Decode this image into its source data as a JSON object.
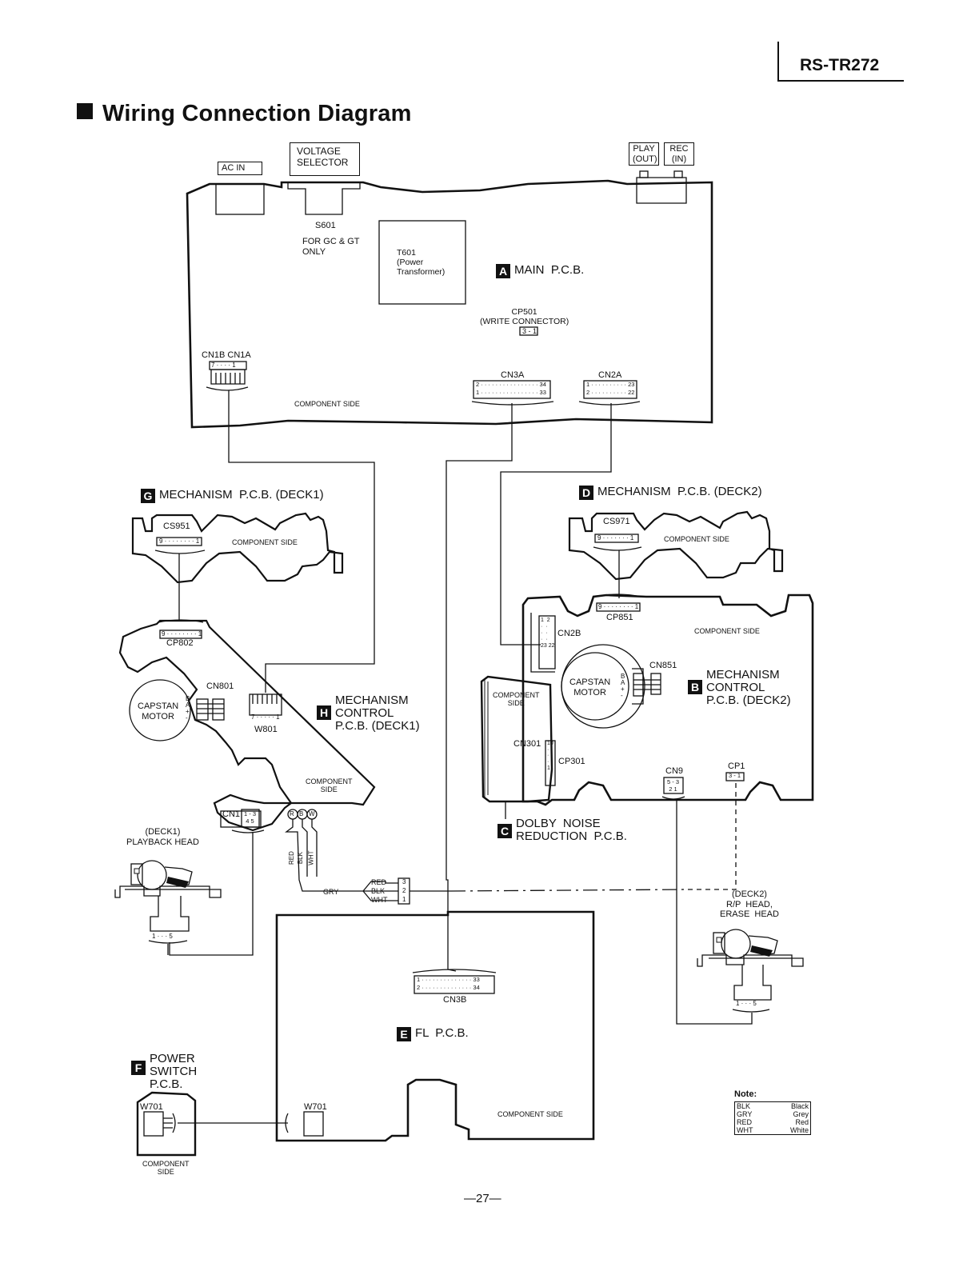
{
  "page": {
    "model": "RS-TR272",
    "title": "Wiring Connection Diagram",
    "page_number": "—27—"
  },
  "top_controls": {
    "ac_in": "AC IN",
    "voltage_selector": "VOLTAGE\nSELECTOR",
    "play_out": "PLAY\n(OUT)",
    "rec_in": "REC\n(IN)"
  },
  "main_pcb": {
    "badge": "A",
    "label": "MAIN  P.C.B.",
    "s601": "S601",
    "s601_note": "FOR GC & GT\nONLY",
    "t601": "T601\n(Power\nTransformer)",
    "cp501": "CP501\n(WRITE CONNECTOR)",
    "cp501_pins": "3 - 1",
    "cn1b_cn1a": "CN1B CN1A",
    "cn1b_pins": "7 · · · · 1",
    "cn3a": "CN3A",
    "cn3a_pins_top": "2 · · · · · · · · · · · · · · · · 34",
    "cn3a_pins_bottom": "1 · · · · · · · · · · · · · · · · 33",
    "cn2a": "CN2A",
    "cn2a_pins_top": "1 · · · · · · · · · · 23",
    "cn2a_pins_bottom": "2 · · · · · · · · · · 22",
    "component_side": "COMPONENT  SIDE"
  },
  "deck1_mech": {
    "badge": "G",
    "label": "MECHANISM  P.C.B. (DECK1)",
    "cs951": "CS951",
    "cs951_pins": "9 · · · · · · · · 1",
    "component_side": "COMPONENT  SIDE"
  },
  "deck1_control": {
    "badge": "H",
    "label": "MECHANISM\nCONTROL\nP.C.B. (DECK1)",
    "cp802": "CP802",
    "cp802_pins": "9 · · · · · · · · 1",
    "cn801": "CN801",
    "capstan_motor": "CAPSTAN\nMOTOR",
    "motor_pins": "B\nA\n+\n-",
    "w801": "W801",
    "w801_pins": "7 · · · · · 1",
    "component_side": "COMPONENT\nSIDE",
    "cn1": "CN1",
    "cn1_pins": "1 - 3\n4 5",
    "rbw_pins": [
      "R",
      "B",
      "W"
    ],
    "vertical_wires": [
      "RED",
      "BLK",
      "WHT"
    ]
  },
  "deck1_head": {
    "label": "(DECK1)\nPLAYBACK HEAD",
    "pins": "1 · · · 5"
  },
  "wires": {
    "gry": "GRY",
    "red": "RED",
    "blk": "BLK",
    "wht": "WHT",
    "pin_numbers": [
      "3",
      "2",
      "1"
    ]
  },
  "deck2_mech": {
    "badge": "D",
    "label": "MECHANISM  P.C.B. (DECK2)",
    "cs971": "CS971",
    "cs971_pins": "9 · · · · · · · 1",
    "component_side": "COMPONENT  SIDE"
  },
  "deck2_control": {
    "badge": "B",
    "label": "MECHANISM\nCONTROL\nP.C.B. (DECK2)",
    "cp851": "CP851",
    "cp851_pins": "9 · · · · · · · · 1",
    "cn2b": "CN2B",
    "cn2b_pins": "1  2\n·  ·\n·  ·\n·  ·\n23 22",
    "cn851": "CN851",
    "capstan_motor": "CAPSTAN\nMOTOR",
    "motor_pins": "B\nA\n+\n-",
    "component_side": "COMPONENT  SIDE",
    "cn301": "CN301",
    "cp301": "CP301",
    "cn301_pins": "10\n·\n·\n·\n1",
    "cn9": "CN9",
    "cn9_pins": "5 - 3\n2 1",
    "cp1": "CP1",
    "cp1_pins": "3 - 1"
  },
  "dolby_pcb": {
    "badge": "C",
    "label": "DOLBY  NOISE\nREDUCTION  P.C.B.",
    "component_side": "COMPONENT\nSIDE"
  },
  "deck2_head": {
    "label": "(DECK2)\nR/P  HEAD,\nERASE  HEAD",
    "pins": "1 · · · 5"
  },
  "fl_pcb": {
    "badge": "E",
    "label": "FL  P.C.B.",
    "cn3b": "CN3B",
    "cn3b_pins_top": "1 · · · · · · · · · · · · · · 33",
    "cn3b_pins_bottom": "2 · · · · · · · · · · · · · · 34",
    "w701": "W701",
    "component_side": "COMPONENT  SIDE"
  },
  "power_switch_pcb": {
    "badge": "F",
    "label": "POWER\nSWITCH\nP.C.B.",
    "w701": "W701",
    "component_side": "COMPONENT\nSIDE"
  },
  "note": {
    "title": "Note:",
    "rows": [
      {
        "abbr": "BLK",
        "name": "Black"
      },
      {
        "abbr": "GRY",
        "name": "Grey"
      },
      {
        "abbr": "RED",
        "name": "Red"
      },
      {
        "abbr": "WHT",
        "name": "White"
      }
    ]
  }
}
